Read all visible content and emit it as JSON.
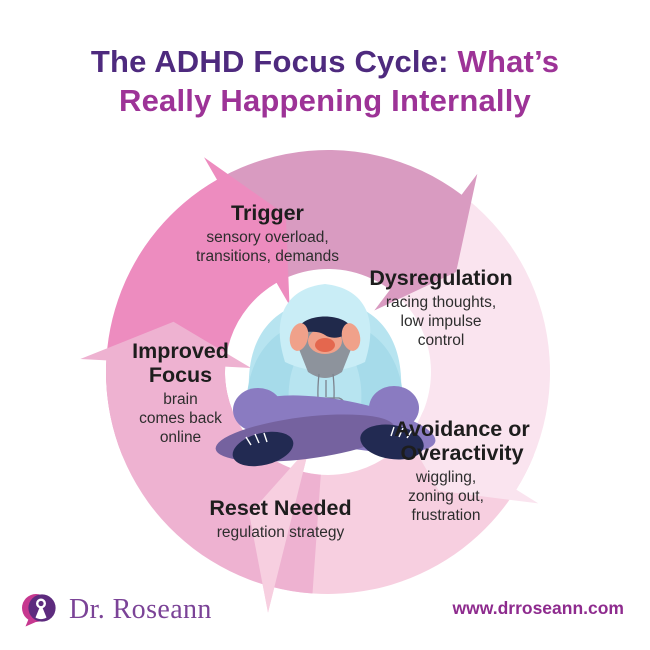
{
  "title": {
    "part1": "The ADHD Focus Cycle: ",
    "part2": "What’s",
    "line2": "Really Happening Internally",
    "dark_color": "#4e2a7e",
    "accent_color": "#9d3397"
  },
  "cycle": {
    "center_illustration": "person in hoodie sitting cross-legged with hands on head",
    "stages": [
      {
        "id": "trigger",
        "label_lines": [
          "Trigger"
        ],
        "sublabel_lines": [
          "sensory overload,",
          "transitions, demands"
        ],
        "color": "#d99bc1"
      },
      {
        "id": "dysregulation",
        "label_lines": [
          "Dysregulation"
        ],
        "sublabel_lines": [
          "racing thoughts,",
          "low impulse",
          "control"
        ],
        "color": "#fae4ef"
      },
      {
        "id": "avoidance-or-overactivity",
        "label_lines": [
          "Avoidance or",
          "Overactivity"
        ],
        "sublabel_lines": [
          "wiggling,",
          "zoning out,",
          "frustration"
        ],
        "color": "#f7cfe0"
      },
      {
        "id": "reset-needed",
        "label_lines": [
          "Reset Needed"
        ],
        "sublabel_lines": [
          "regulation strategy"
        ],
        "color": "#eeb2d1"
      },
      {
        "id": "improved-focus",
        "label_lines": [
          "Improved",
          "Focus"
        ],
        "sublabel_lines": [
          "brain",
          "comes back",
          "online"
        ],
        "color": "#ed8cbf"
      }
    ]
  },
  "footer": {
    "brand": "Dr. Roseann",
    "brand_color": "#7b4397",
    "logo_icon": "speech-bubble-keyhole-icon",
    "website": "www.drroseann.com",
    "website_color": "#8e2b8e"
  }
}
